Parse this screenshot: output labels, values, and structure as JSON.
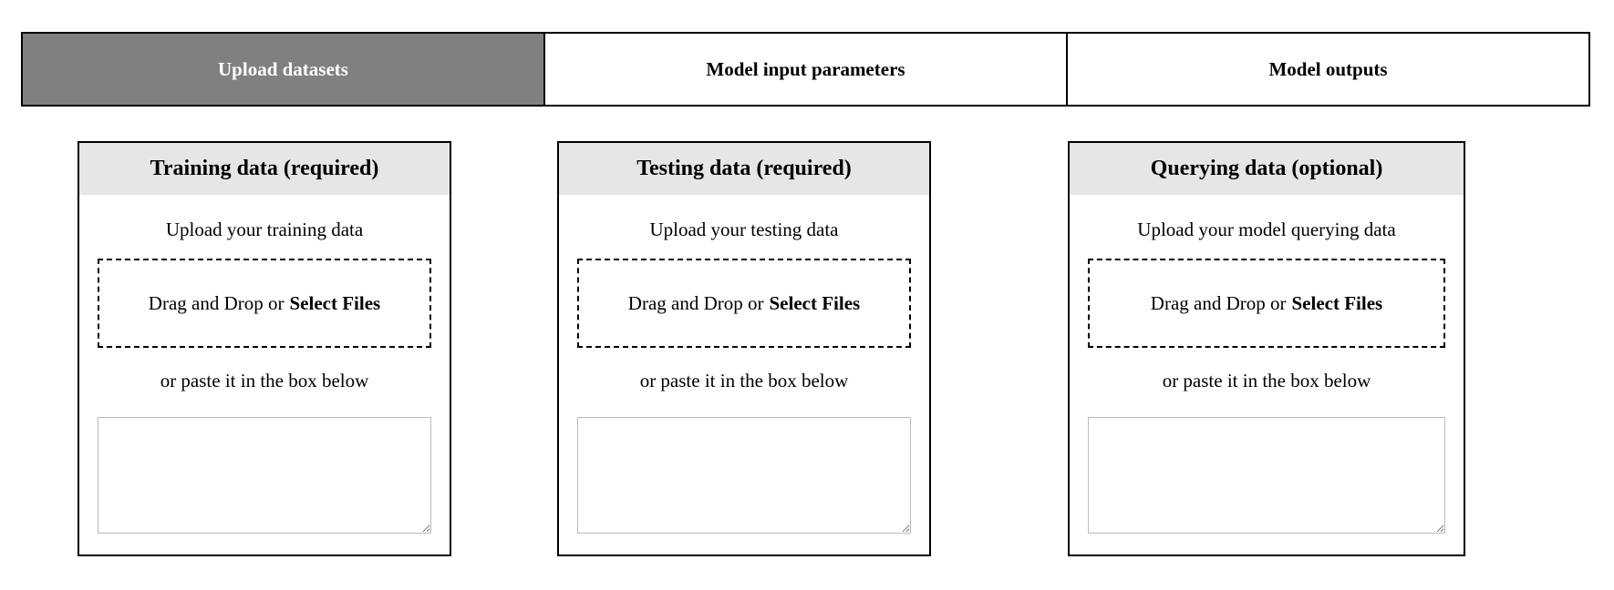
{
  "tabs": [
    {
      "label": "Upload datasets",
      "active": true
    },
    {
      "label": "Model input parameters",
      "active": false
    },
    {
      "label": "Model outputs",
      "active": false
    }
  ],
  "panels": [
    {
      "title": "Training data (required)",
      "description": "Upload your training data",
      "drop_text": "Drag and Drop or",
      "select_label": "Select Files",
      "paste_hint": "or paste it in the box below",
      "paste_value": ""
    },
    {
      "title": "Testing data (required)",
      "description": "Upload your testing data",
      "drop_text": "Drag and Drop or",
      "select_label": "Select Files",
      "paste_hint": "or paste it in the box below",
      "paste_value": ""
    },
    {
      "title": "Querying data (optional)",
      "description": "Upload your model querying data",
      "drop_text": "Drag and Drop or",
      "select_label": "Select Files",
      "paste_hint": "or paste it in the box below",
      "paste_value": ""
    }
  ],
  "colors": {
    "active_tab_bg": "#808080",
    "active_tab_text": "#ffffff",
    "panel_header_bg": "#e6e6e6"
  }
}
